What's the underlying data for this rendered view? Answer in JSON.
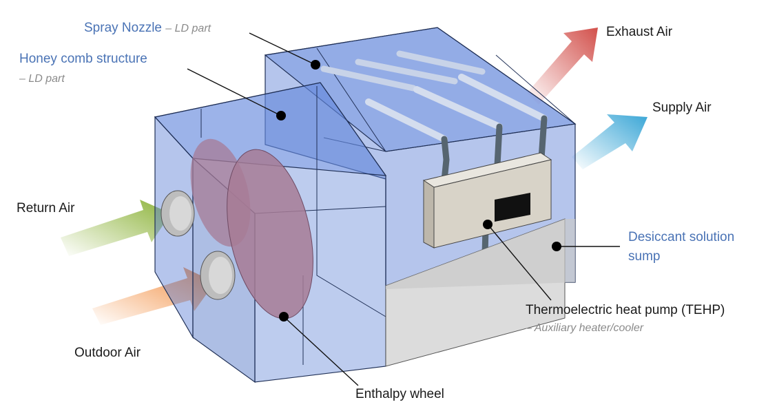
{
  "labels": {
    "spray_nozzle": "Spray Nozzle",
    "spray_nozzle_sub": "– LD part",
    "honeycomb": "Honey comb structure",
    "honeycomb_sub": "– LD part",
    "exhaust_air": "Exhaust Air",
    "supply_air": "Supply Air",
    "return_air": "Return Air",
    "outdoor_air": "Outdoor Air",
    "desiccant_line1": "Desiccant solution",
    "desiccant_line2": "sump",
    "tehp": "Thermoelectric heat pump (TEHP)",
    "tehp_sub": "– Auxiliary heater/cooler",
    "enthalpy_wheel": "Enthalpy wheel"
  },
  "colors": {
    "box_fill": "#5b7fd4",
    "box_edge": "#1f2f55",
    "label_blue": "#4a73b5",
    "exhaust_arrow": "#d2504b",
    "supply_arrow": "#3aa6d6",
    "return_arrow": "#8db33b",
    "outdoor_arrow": "#f28a3a",
    "wheel": "#a77b95",
    "sump": "#dcdcdc"
  }
}
